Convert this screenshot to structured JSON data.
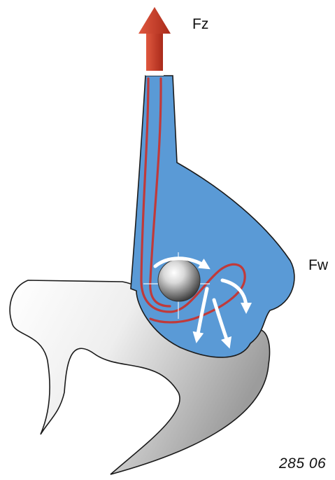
{
  "labels": {
    "fz": "Fz",
    "fw": "Fw",
    "figure_number": "285  06"
  },
  "colors": {
    "profile_blue": "#5a9ad6",
    "profile_edge": "#1a1a1a",
    "force_arrow_red": "#c8402a",
    "flow_line_red": "#c03a3a",
    "flow_arrow_white": "#ffffff",
    "base_grey": "#bcbcbc"
  },
  "icons": {
    "force_arrow": "arrow-up-icon",
    "ball": "sphere-icon"
  }
}
